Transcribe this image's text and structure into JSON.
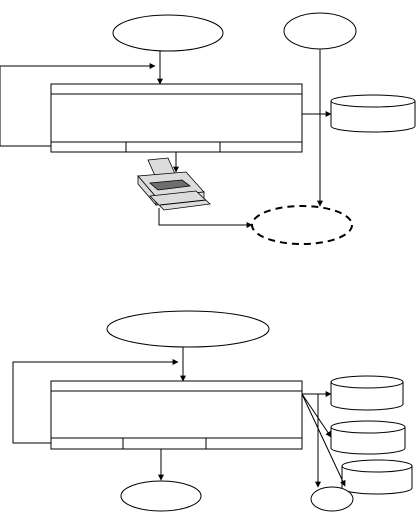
{
  "diagram": {
    "kind": "process flow diagrams",
    "panels": [
      {
        "id": "top",
        "nodes": [
          "input-ellipse-left",
          "input-ellipse-right",
          "process-box",
          "data-store",
          "printer",
          "dashed-output-ellipse"
        ],
        "process_box_columns": 3
      },
      {
        "id": "bottom",
        "nodes": [
          "input-ellipse-wide",
          "process-box",
          "data-store-1",
          "data-store-2",
          "data-store-3",
          "output-ellipse-left",
          "output-ellipse-right"
        ],
        "process_box_columns": 3
      }
    ],
    "colors": {
      "stroke": "#000000",
      "background": "#ffffff",
      "printer_light": "#dcdcdc",
      "printer_dark": "#6e6e6e"
    }
  }
}
